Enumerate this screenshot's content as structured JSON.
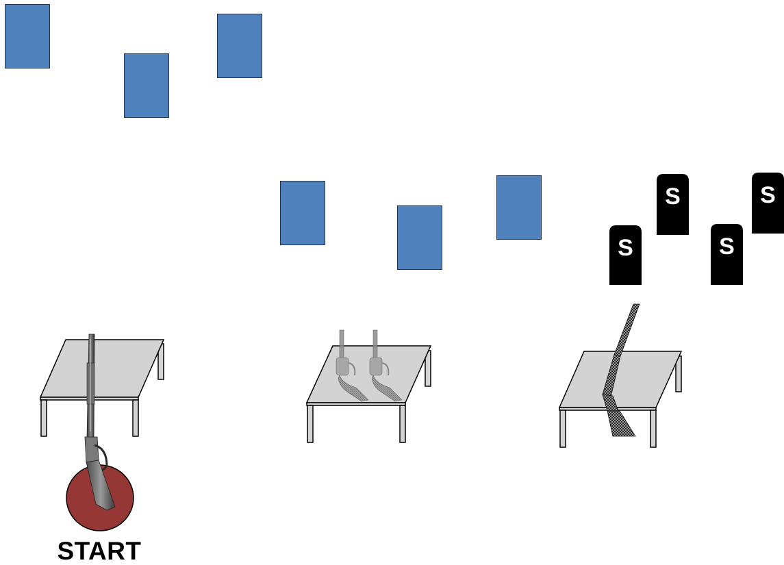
{
  "start_label": "START",
  "steel_target_letter": "S",
  "colors": {
    "target_fill": "#4f81bd",
    "target_border": "#1f3550",
    "table_top": "#d3d3d3",
    "start_circle": "#953735",
    "steel_target": "#000000"
  },
  "stages": [
    {
      "table": "table-1",
      "firearm": "rifle-icon"
    },
    {
      "table": "table-2",
      "firearm": "pistol-icon"
    },
    {
      "table": "table-3",
      "firearm": "shotgun-icon"
    }
  ],
  "icons": [
    "paper-target-icon",
    "steel-target-icon",
    "table-icon",
    "rifle-icon",
    "pistol-icon",
    "shotgun-icon",
    "start-position-icon"
  ]
}
